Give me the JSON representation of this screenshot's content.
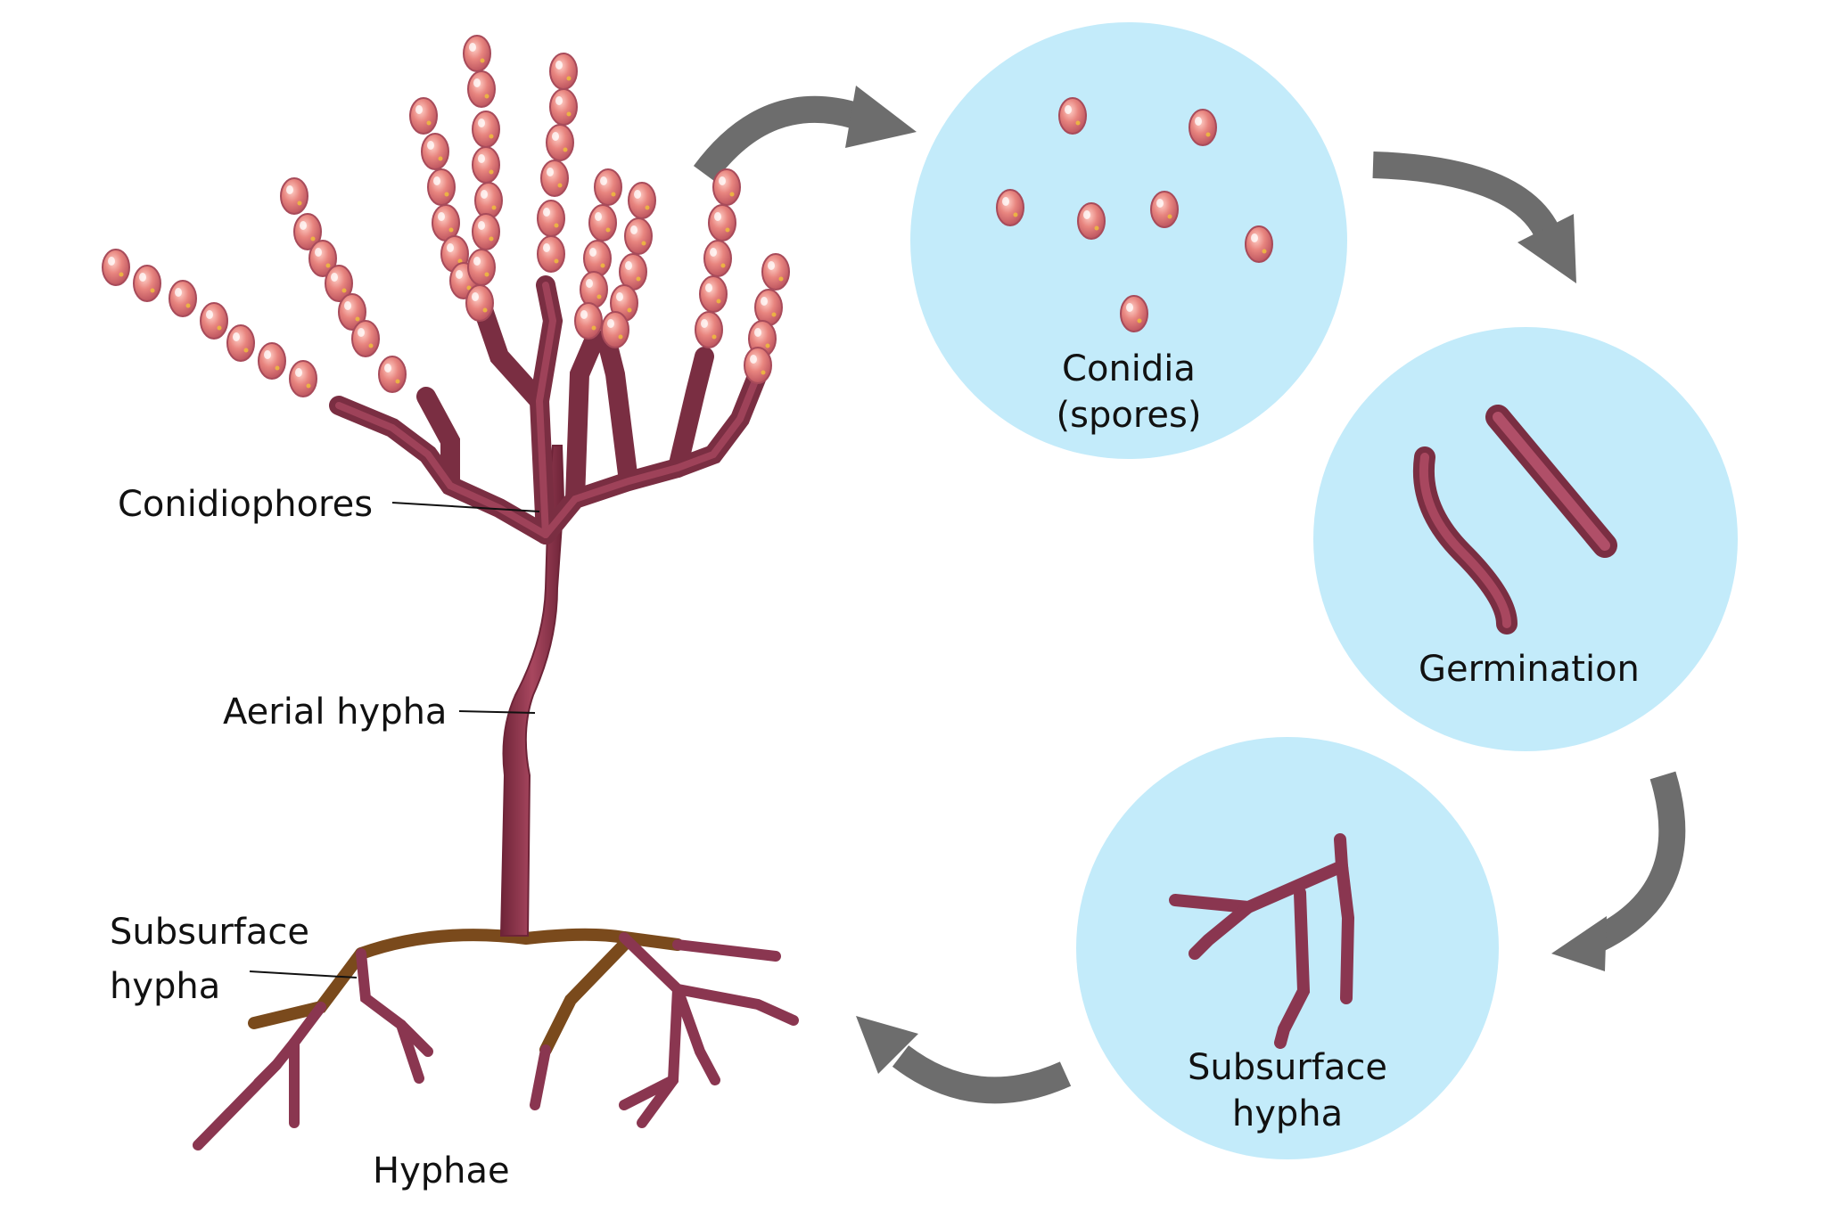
{
  "colors": {
    "background": "#ffffff",
    "circle_fill": "#c3ebfa",
    "arrow": "#6d6d6d",
    "hypha_dark": "#7a2e42",
    "hypha_mid": "#9a3f57",
    "subsurface_brown": "#7a4a1c",
    "spore_fill": "#e27e7e",
    "spore_outline": "#a84b5a",
    "label_text": "#111111"
  },
  "labels": {
    "conidiophores": "Conidiophores",
    "aerial_hypha": "Aerial hypha",
    "subsurface_left_line1": "Subsurface",
    "subsurface_left_line2": "hypha",
    "hyphae": "Hyphae"
  },
  "stages": {
    "conidia_line1": "Conidia",
    "conidia_line2": "(spores)",
    "germination": "Germination",
    "subsurface_line1": "Subsurface",
    "subsurface_line2": "hypha"
  },
  "icons": {
    "cycle_arrows": "curved-arrow-icon",
    "spore": "spore-icon"
  }
}
